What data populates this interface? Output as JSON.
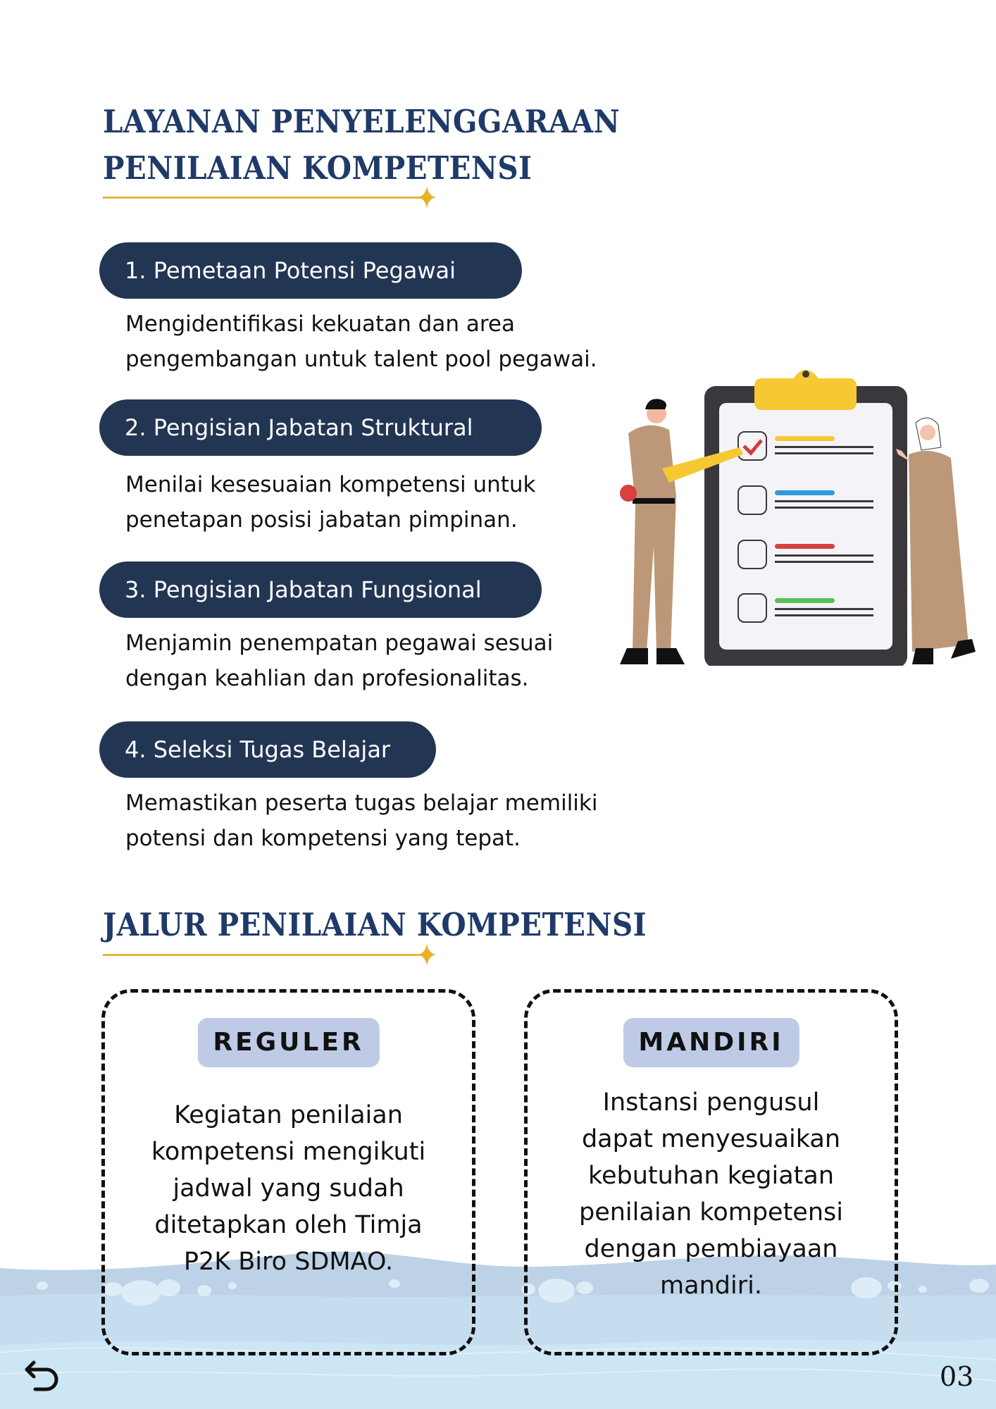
{
  "section1": {
    "title_line1": "LAYANAN PENYELENGGARAAN",
    "title_line2": "PENILAIAN KOMPETENSI",
    "items": [
      {
        "label": "1.  Pemetaan Potensi Pegawai",
        "desc_line1": "Mengidentifikasi kekuatan dan area",
        "desc_line2": "pengembangan untuk talent pool pegawai."
      },
      {
        "label": "2. Pengisian Jabatan Struktural",
        "desc_line1": "Menilai kesesuaian kompetensi untuk",
        "desc_line2": "penetapan posisi jabatan pimpinan."
      },
      {
        "label": "3.  Pengisian Jabatan Fungsional",
        "desc_line1": "Menjamin penempatan pegawai sesuai",
        "desc_line2": "dengan keahlian dan profesionalitas."
      },
      {
        "label": "4. Seleksi Tugas Belajar",
        "desc_line1": "Memastikan peserta tugas belajar memiliki",
        "desc_line2": "potensi dan kompetensi yang tepat."
      }
    ]
  },
  "section2": {
    "title": "JALUR PENILAIAN KOMPETENSI",
    "cards": [
      {
        "badge": "REGULER",
        "lines": [
          "Kegiatan penilaian",
          "kompetensi mengikuti",
          "jadwal yang sudah",
          "ditetapkan oleh Timja",
          "P2K Biro SDMAO."
        ]
      },
      {
        "badge": "MANDIRI",
        "lines": [
          "Instansi pengusul",
          "dapat menyesuaikan",
          "kebutuhan kegiatan",
          "penilaian kompetensi",
          "dengan pembiayaan",
          "mandiri."
        ]
      }
    ]
  },
  "footer": {
    "back_icon": "undo-arrow-icon",
    "page_number": "03"
  },
  "illustration": {
    "checklist_colors": [
      "#f7c93a",
      "#2d9cdb",
      "#d94040",
      "#5cc05a"
    ]
  },
  "colors": {
    "heading": "#1f3a68",
    "pill": "#223654",
    "accent_gold": "#e1b640",
    "badge": "#bfcbe6",
    "water": "#c9e2f3"
  }
}
